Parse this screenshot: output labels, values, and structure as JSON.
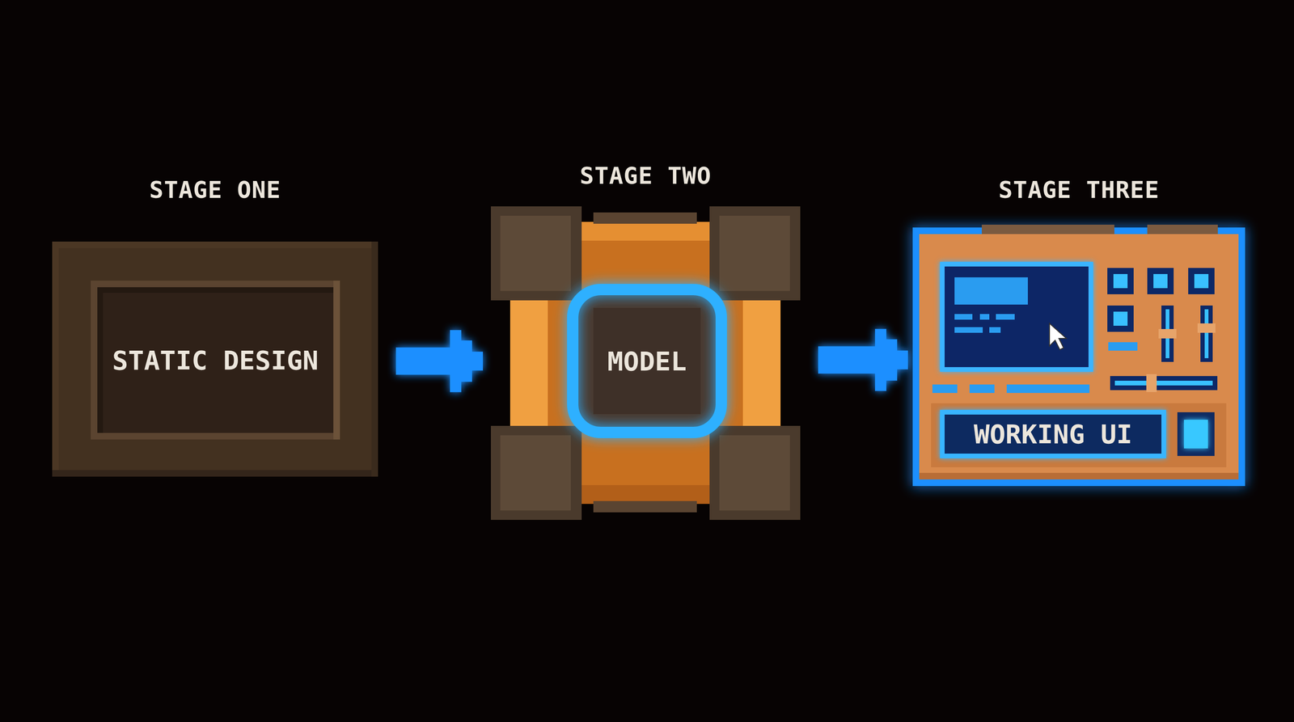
{
  "diagram": {
    "nodes": [
      {
        "text": [
          "STAGE ONE",
          "STATIC DESIGN"
        ]
      },
      {
        "text": [
          "STAGE TWO",
          "MODEL"
        ]
      },
      {
        "text": [
          "STAGE THREE",
          "WORKING UI"
        ]
      }
    ],
    "edges": [
      {
        "from": 0,
        "to": 1,
        "arrow": "to"
      },
      {
        "from": 1,
        "to": 2,
        "arrow": "to"
      }
    ]
  }
}
